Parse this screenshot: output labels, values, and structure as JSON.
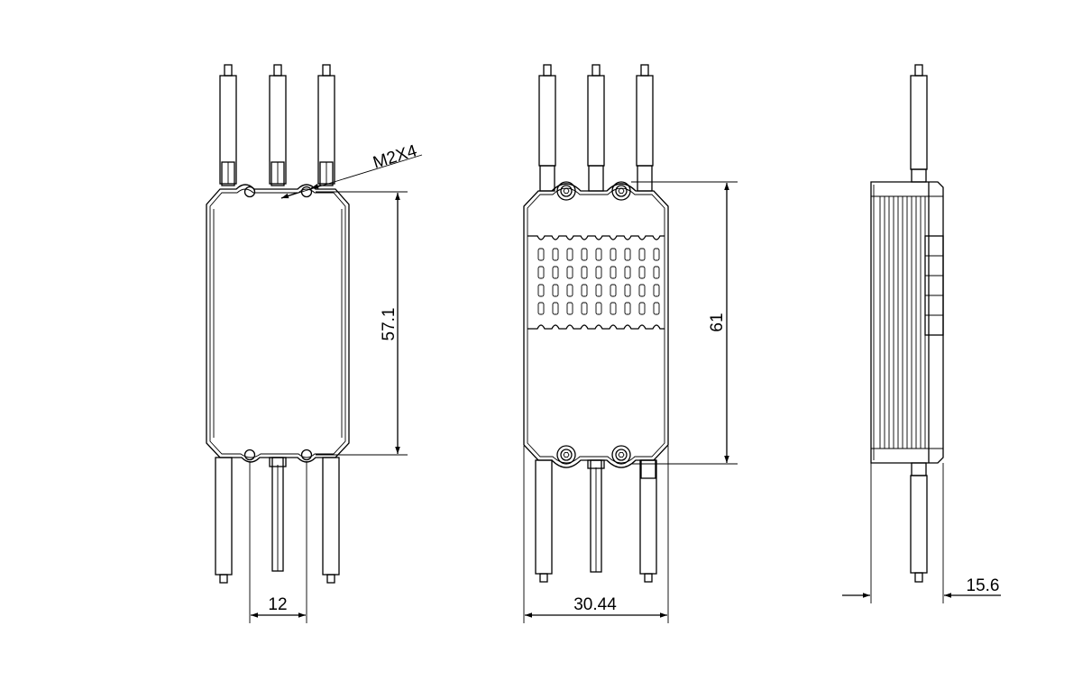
{
  "drawing": {
    "colors": {
      "line": "#000000",
      "background": "#ffffff"
    },
    "labels": {
      "screw_spec": "M2X4",
      "front_height": "57.1",
      "front_hole_spacing": "12",
      "back_height": "61",
      "back_width": "30.44",
      "side_thickness": "15.6"
    }
  }
}
